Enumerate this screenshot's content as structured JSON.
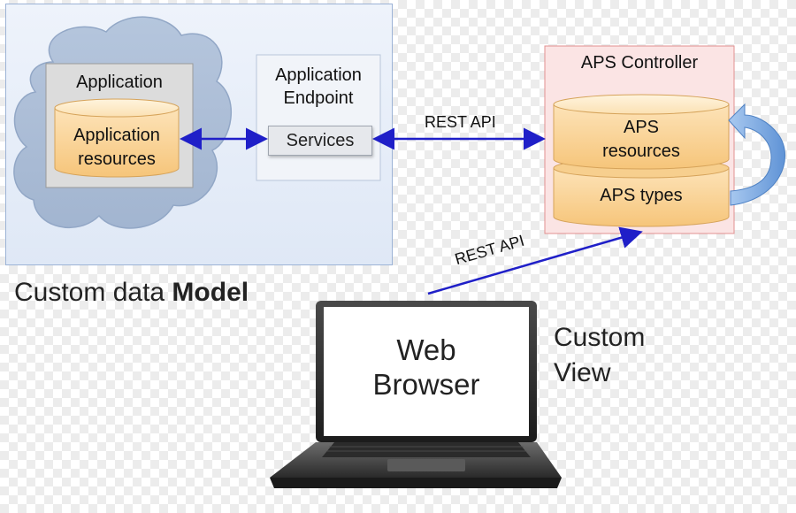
{
  "model_panel": {
    "application_title": "Application",
    "application_resources": [
      "Application",
      "resources"
    ],
    "endpoint_title": [
      "Application",
      "Endpoint"
    ],
    "services_label": "Services",
    "caption_prefix": "Custom data ",
    "caption_bold": "Model"
  },
  "aps_panel": {
    "title": "APS Controller",
    "resources_label": [
      "APS",
      "resources"
    ],
    "types_label": "APS types"
  },
  "connections": {
    "rest_api_top": "REST API",
    "rest_api_browser": "REST API"
  },
  "laptop": {
    "screen_text": [
      "Web",
      "Browser"
    ]
  },
  "view_caption": [
    "Custom",
    "View"
  ],
  "colors": {
    "arrow_blue": "#1f1fc8",
    "cylinder_fill": "#fbd59b",
    "loop_arrow": "#6fa0dc"
  }
}
